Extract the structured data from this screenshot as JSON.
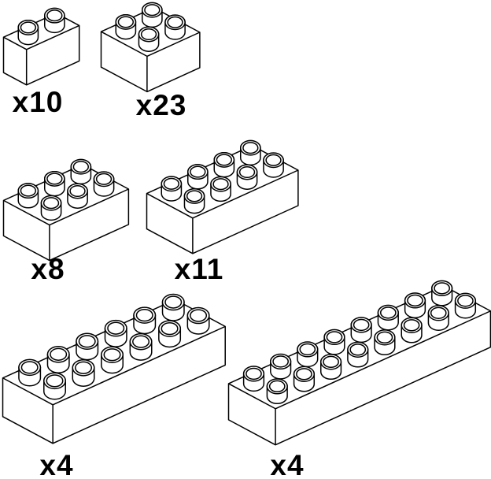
{
  "colors": {
    "background": "#ffffff",
    "line": "#000000",
    "brick_fill": "#ffffff",
    "label_text": "#000000"
  },
  "bricks": [
    {
      "name": "brick-1x2",
      "rows": 1,
      "cols": 2,
      "studs": 2,
      "count_label": "x10",
      "scale": 1.0
    },
    {
      "name": "brick-2x2",
      "rows": 2,
      "cols": 2,
      "studs": 4,
      "count_label": "x23",
      "scale": 1.0
    },
    {
      "name": "brick-2x3",
      "rows": 2,
      "cols": 3,
      "studs": 6,
      "count_label": "x8",
      "scale": 1.0
    },
    {
      "name": "brick-2x4",
      "rows": 2,
      "cols": 4,
      "studs": 8,
      "count_label": "x11",
      "scale": 1.0
    },
    {
      "name": "brick-2x6",
      "rows": 2,
      "cols": 6,
      "studs": 12,
      "count_label": "x4",
      "scale": 1.09
    },
    {
      "name": "brick-2x8",
      "rows": 2,
      "cols": 8,
      "studs": 16,
      "count_label": "x4",
      "scale": 1.02
    }
  ]
}
